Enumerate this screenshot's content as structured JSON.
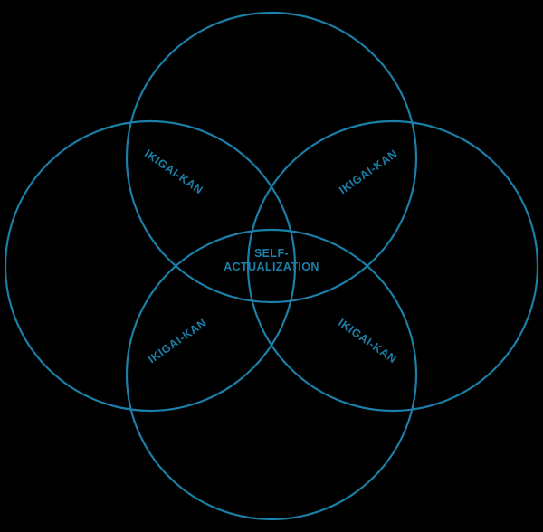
{
  "diagram": {
    "type": "venn",
    "circle_count": 4,
    "center_label": {
      "line1": "SELF-",
      "line2": "ACTUALIZATION"
    },
    "overlap_labels": {
      "top_left": "IKIGAI-KAN",
      "top_right": "IKIGAI-KAN",
      "bottom_left": "IKIGAI-KAN",
      "bottom_right": "IKIGAI-KAN"
    },
    "colors": {
      "stroke": "#1b7fa8",
      "text": "#1b7fa8",
      "background": "#000000"
    }
  }
}
